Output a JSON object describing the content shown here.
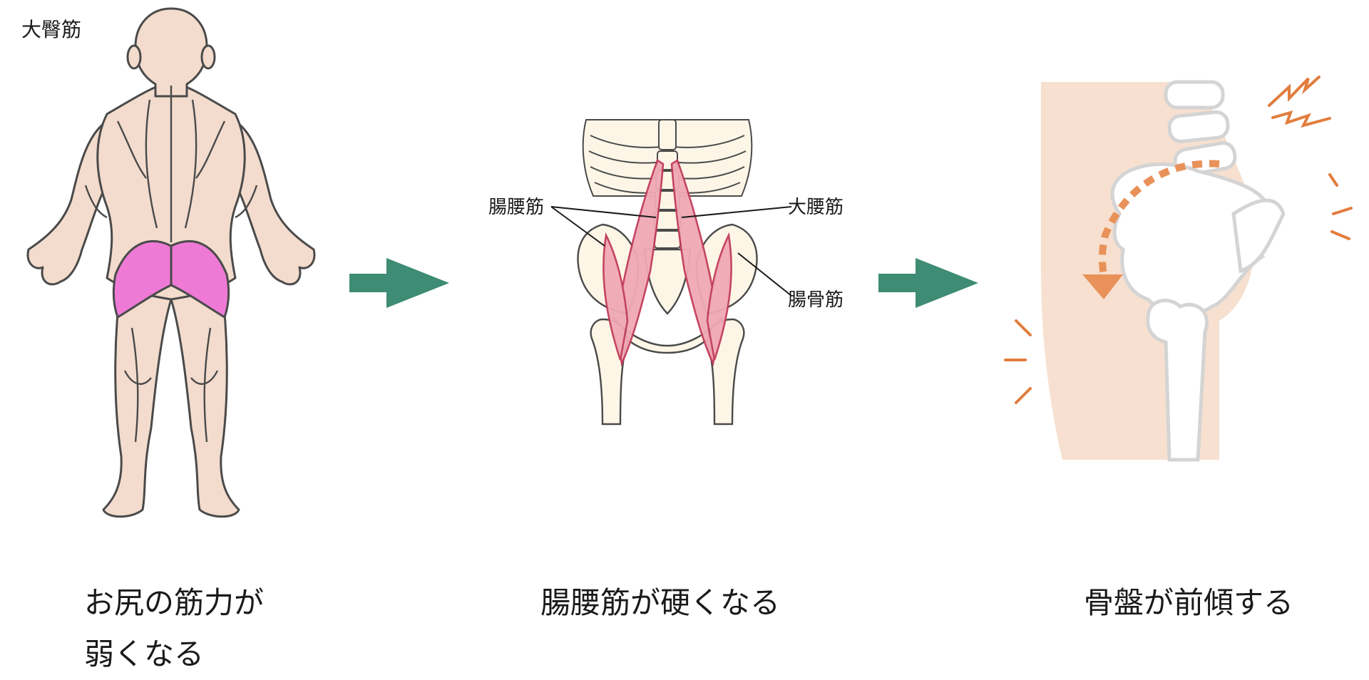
{
  "panel1": {
    "corner_label": "大臀筋",
    "caption_line1": "お尻の筋力が",
    "caption_line2": "弱くなる"
  },
  "panel2": {
    "label_left": "腸腰筋",
    "label_right_top": "大腰筋",
    "label_right_bottom": "腸骨筋",
    "caption": "腸腰筋が硬くなる"
  },
  "panel3": {
    "caption": "骨盤が前傾する"
  },
  "colors": {
    "skin": "#f3dccd",
    "outline": "#4a4a4a",
    "gluteus": "#ee7ad6",
    "arrow": "#3d8c73",
    "muscle": "#f0a9b5",
    "muscle_edge": "#c23c5a",
    "bone": "#fdf6e7",
    "pelvis_bg": "#f7e0cf",
    "alert": "#e27d3d"
  }
}
